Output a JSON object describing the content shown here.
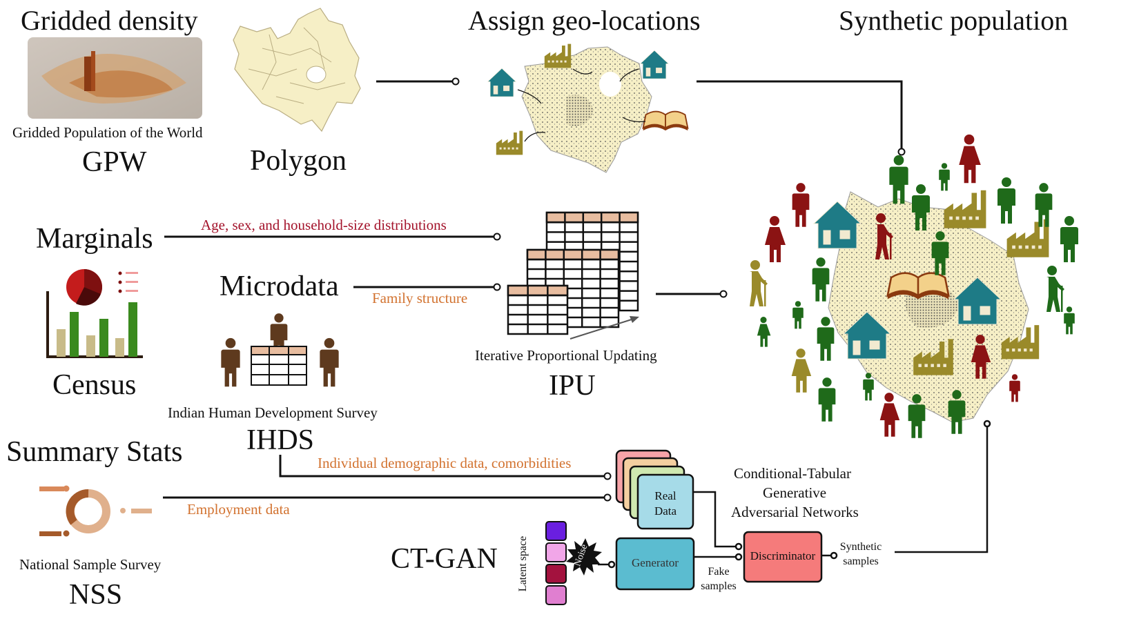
{
  "titles": {
    "gridded_density": "Gridded density",
    "assign_geo": "Assign geo-locations",
    "synthetic_population": "Synthetic population",
    "marginals": "Marginals",
    "microdata": "Microdata",
    "summary_stats": "Summary Stats",
    "ct_gan": "CT-GAN"
  },
  "sources": {
    "gpw_full": "Gridded Population of the World",
    "gpw": "GPW",
    "polygon": "Polygon",
    "census": "Census",
    "ihds_full": "Indian Human Development Survey",
    "ihds": "IHDS",
    "nss_full": "National Sample Survey",
    "nss": "NSS",
    "ipu_full": "Iterative Proportional Updating",
    "ipu": "IPU"
  },
  "edges": {
    "marginals_to_ipu": "Age, sex, and household-size distributions",
    "microdata_to_ipu": "Family structure",
    "ihds_to_gan": "Individual demographic data, comorbidities",
    "nss_to_gan": "Employment data"
  },
  "gan": {
    "title_line1": "Conditional-Tabular",
    "title_line2": "Generative",
    "title_line3": "Adversarial Networks",
    "real_data_line1": "Real",
    "real_data_line2": "Data",
    "generator": "Generator",
    "discriminator": "Discriminator",
    "latent_space": "Latent space",
    "noise": "Noise",
    "fake_line1": "Fake",
    "fake_line2": "samples",
    "synthetic_line1": "Synthetic",
    "synthetic_line2": "samples"
  },
  "colors": {
    "house": "#1e7b86",
    "factory": "#9a8a2a",
    "person_green": "#1f6a1a",
    "person_red": "#8b1313",
    "person_olive": "#9a8a2a",
    "map_fill": "#f6efc6",
    "teal_box": "#5bbcd0",
    "red_box": "#f57b7b",
    "brown_person": "#5e3a1e"
  }
}
